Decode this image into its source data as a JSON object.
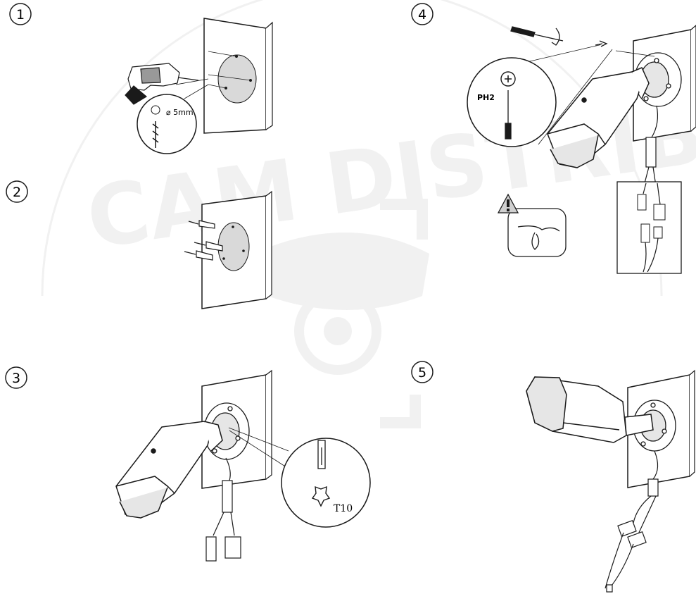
{
  "steps": [
    {
      "number": "1",
      "callout": "⌀ 5mm"
    },
    {
      "number": "2"
    },
    {
      "number": "3",
      "callout": "T10"
    },
    {
      "number": "4",
      "callout": "PH2"
    },
    {
      "number": "5"
    }
  ],
  "watermark": {
    "text": "CAM DISTRIBUTOR",
    "color": "#c8c8c8"
  },
  "colors": {
    "line": "#1a1a1a",
    "panel": "#ffffff",
    "shade": "#d9d9d9",
    "warning": "#b0b0b0"
  },
  "icons": [
    "drill-icon",
    "wall-anchor-icon",
    "camera-icon",
    "screwdriver-icon",
    "torx-icon",
    "phillips-icon",
    "warning-icon",
    "cable-connector-icon"
  ]
}
